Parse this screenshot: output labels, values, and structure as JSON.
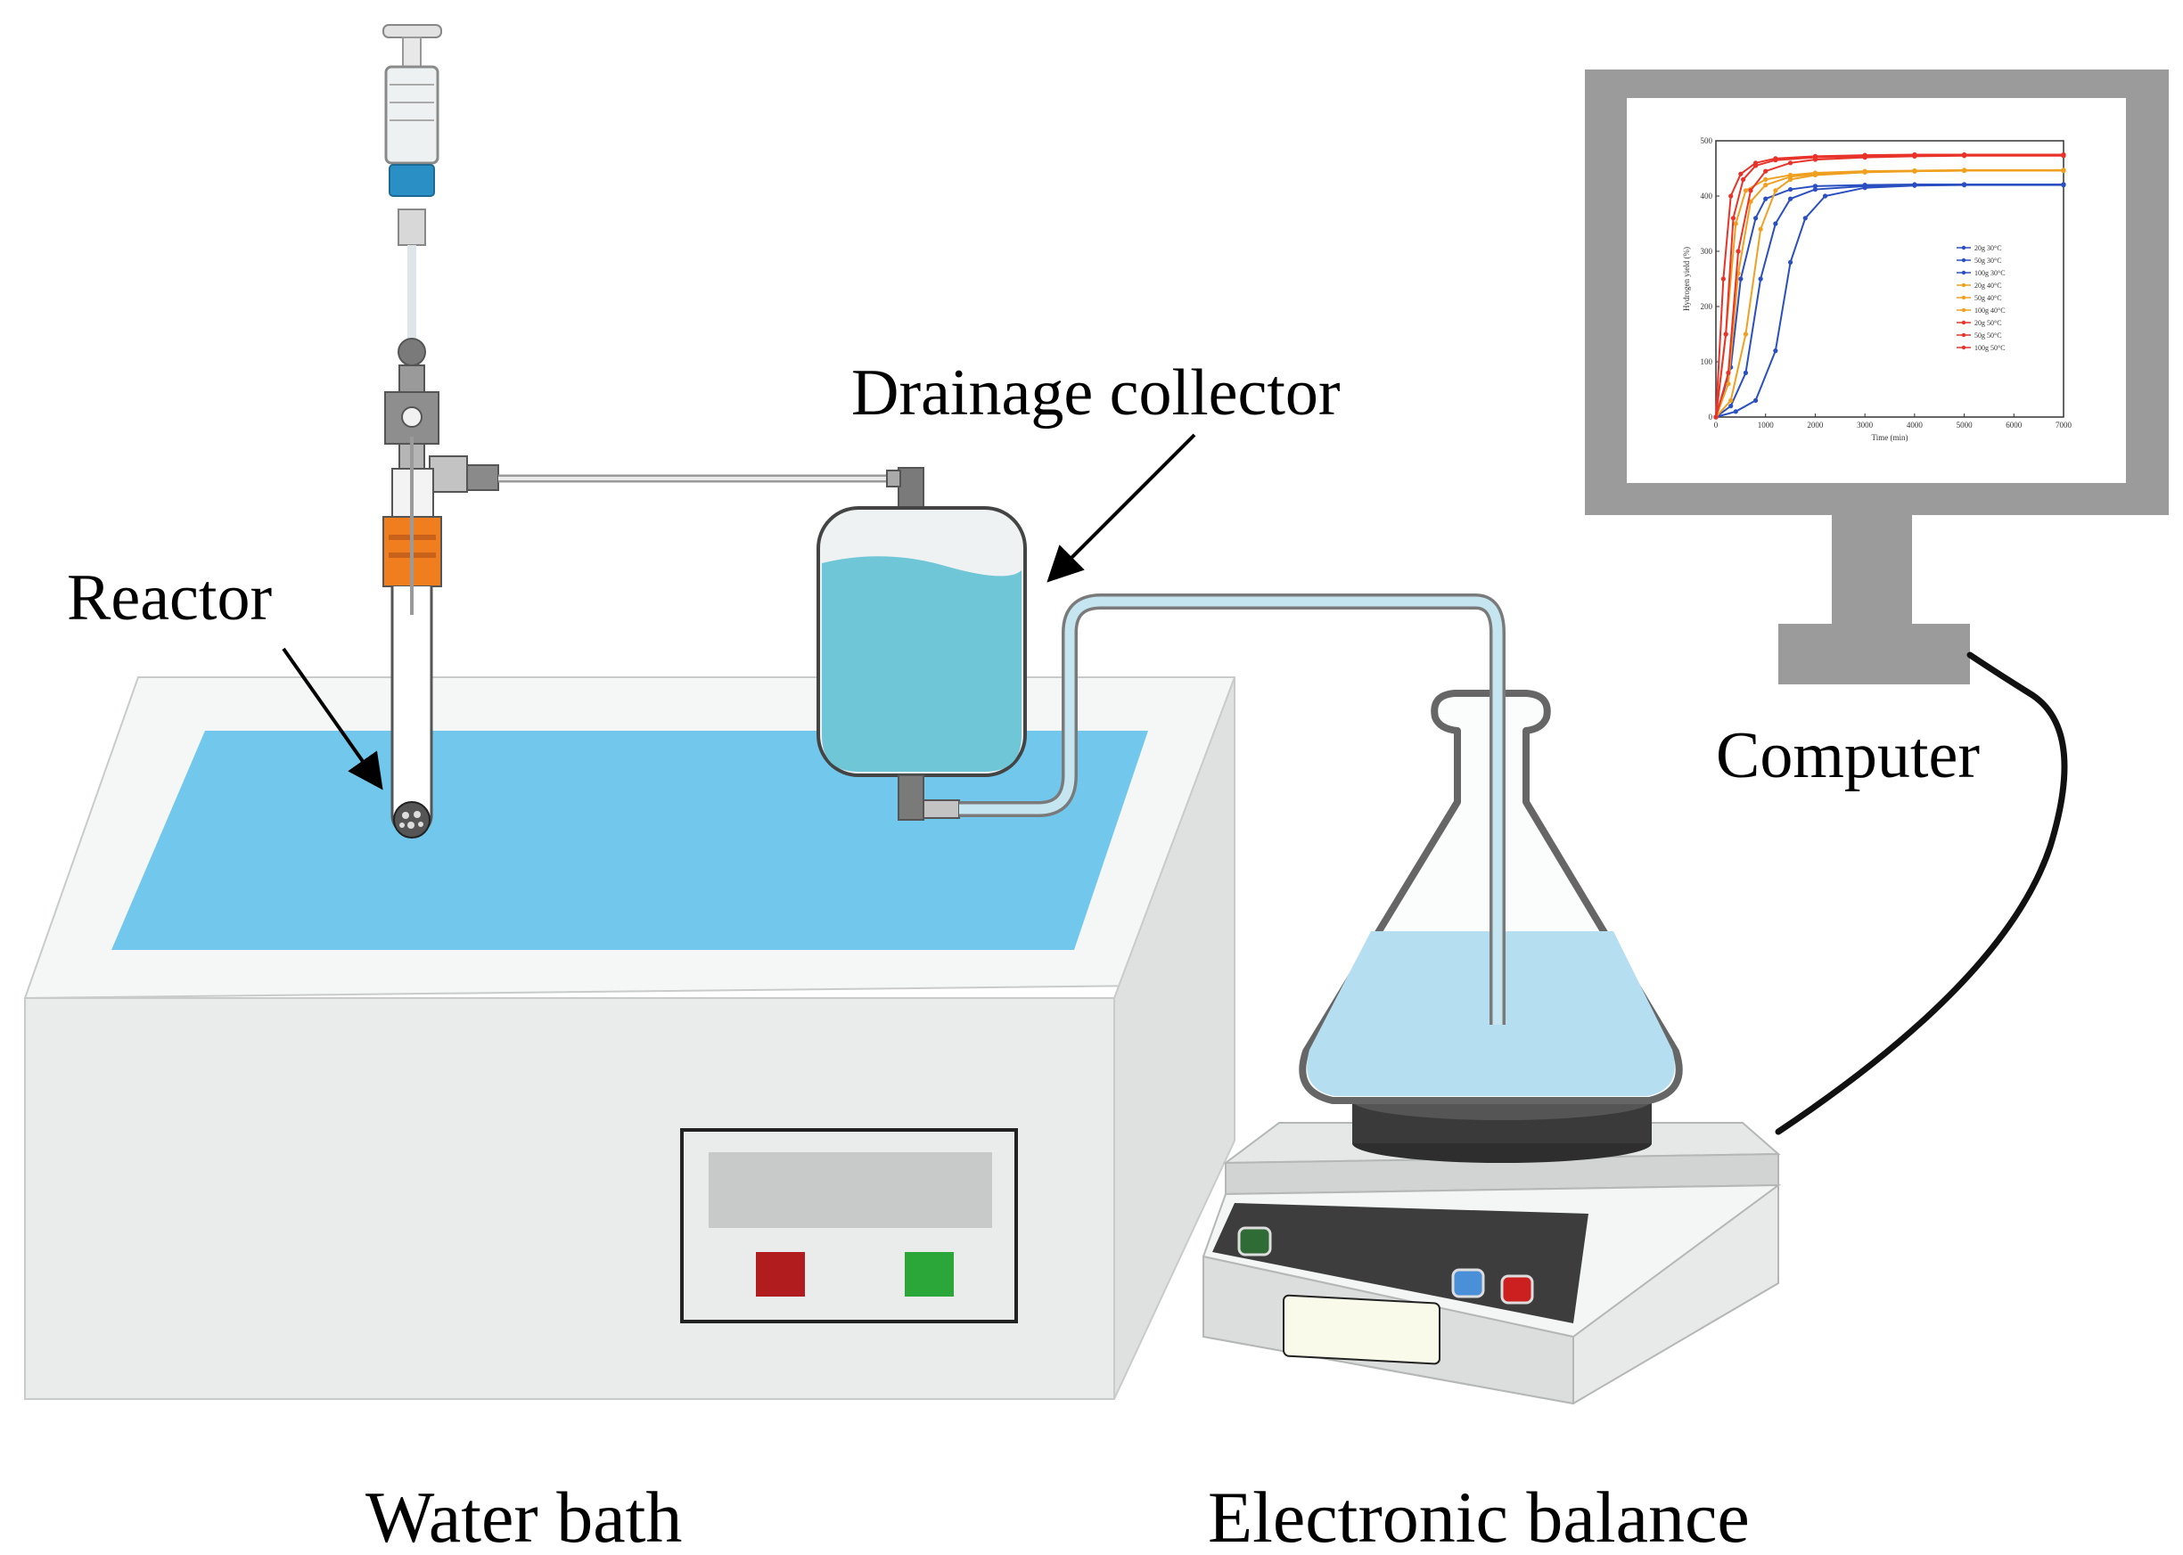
{
  "labels": {
    "reactor": "Reactor",
    "drainage_collector": "Drainage collector",
    "computer": "Computer",
    "water_bath": "Water bath",
    "electronic_balance": "Electronic balance"
  },
  "colors": {
    "water": "#72c8ec",
    "collector_water": "#6ec6d6",
    "flask_water": "#b5dff0",
    "reactor_fitting": "#f07d1e",
    "syringe_plunger": "#2a8fc4",
    "bath_red_button": "#b11d1f",
    "bath_green_button": "#2ba639",
    "balance_green_button": "#2f6b34",
    "balance_blue_button": "#4a90d9",
    "balance_red_button": "#cc2020"
  },
  "monitor_plot": {
    "chart_data": {
      "type": "line",
      "ylabel": "Hydrogen yield (%)",
      "xlabel": "Time (min)",
      "x_ticks": [
        "0",
        "1000",
        "2000",
        "3000",
        "4000",
        "5000",
        "6000",
        "7000"
      ],
      "y_ticks": [
        "0",
        "100",
        "200",
        "300",
        "400",
        "500"
      ],
      "xlim": [
        0,
        7000
      ],
      "ylim": [
        0,
        500
      ],
      "legend": [
        "20g  30°C",
        "50g  30°C",
        "100g 30°C",
        "20g  40°C",
        "50g  40°C",
        "100g 40°C",
        "20g  50°C",
        "50g  50°C",
        "100g 50°C"
      ],
      "series": [
        {
          "color": "#2a4fc0",
          "x": [
            0,
            300,
            500,
            800,
            1000,
            1500,
            2000,
            3000,
            4000,
            5000,
            7000
          ],
          "y": [
            0,
            90,
            250,
            360,
            395,
            412,
            418,
            420,
            421,
            421,
            421
          ]
        },
        {
          "color": "#2a4fc0",
          "x": [
            0,
            300,
            600,
            900,
            1200,
            1500,
            2000,
            3000,
            4000,
            5000,
            7000
          ],
          "y": [
            0,
            20,
            80,
            250,
            350,
            395,
            412,
            418,
            420,
            421,
            421
          ]
        },
        {
          "color": "#2a4fc0",
          "x": [
            0,
            400,
            800,
            1200,
            1500,
            1800,
            2200,
            3000,
            4000,
            5000,
            7000
          ],
          "y": [
            0,
            10,
            30,
            120,
            280,
            360,
            400,
            415,
            419,
            420,
            420
          ]
        },
        {
          "color": "#f0a020",
          "x": [
            0,
            200,
            400,
            600,
            1000,
            1500,
            2000,
            3000,
            4000,
            5000,
            7000
          ],
          "y": [
            0,
            150,
            350,
            410,
            430,
            438,
            442,
            445,
            446,
            447,
            447
          ]
        },
        {
          "color": "#f0a020",
          "x": [
            0,
            250,
            450,
            700,
            1000,
            1500,
            2000,
            3000,
            4000,
            5000,
            7000
          ],
          "y": [
            0,
            60,
            260,
            390,
            420,
            435,
            440,
            444,
            445,
            446,
            446
          ]
        },
        {
          "color": "#f0a020",
          "x": [
            0,
            300,
            600,
            900,
            1200,
            1500,
            2000,
            3000,
            4000,
            5000,
            7000
          ],
          "y": [
            0,
            30,
            150,
            340,
            410,
            430,
            438,
            443,
            445,
            446,
            446
          ]
        },
        {
          "color": "#e8332a",
          "x": [
            0,
            150,
            300,
            500,
            800,
            1200,
            2000,
            3000,
            4000,
            5000,
            7000
          ],
          "y": [
            0,
            250,
            400,
            440,
            460,
            468,
            472,
            474,
            475,
            475,
            475
          ]
        },
        {
          "color": "#e8332a",
          "x": [
            0,
            200,
            350,
            550,
            800,
            1200,
            2000,
            3000,
            4000,
            5000,
            7000
          ],
          "y": [
            0,
            150,
            360,
            430,
            455,
            465,
            470,
            472,
            473,
            474,
            474
          ]
        },
        {
          "color": "#e8332a",
          "x": [
            0,
            250,
            450,
            700,
            1000,
            1500,
            2000,
            3000,
            4000,
            5000,
            7000
          ],
          "y": [
            0,
            80,
            300,
            410,
            445,
            460,
            466,
            470,
            472,
            473,
            473
          ]
        }
      ]
    }
  }
}
